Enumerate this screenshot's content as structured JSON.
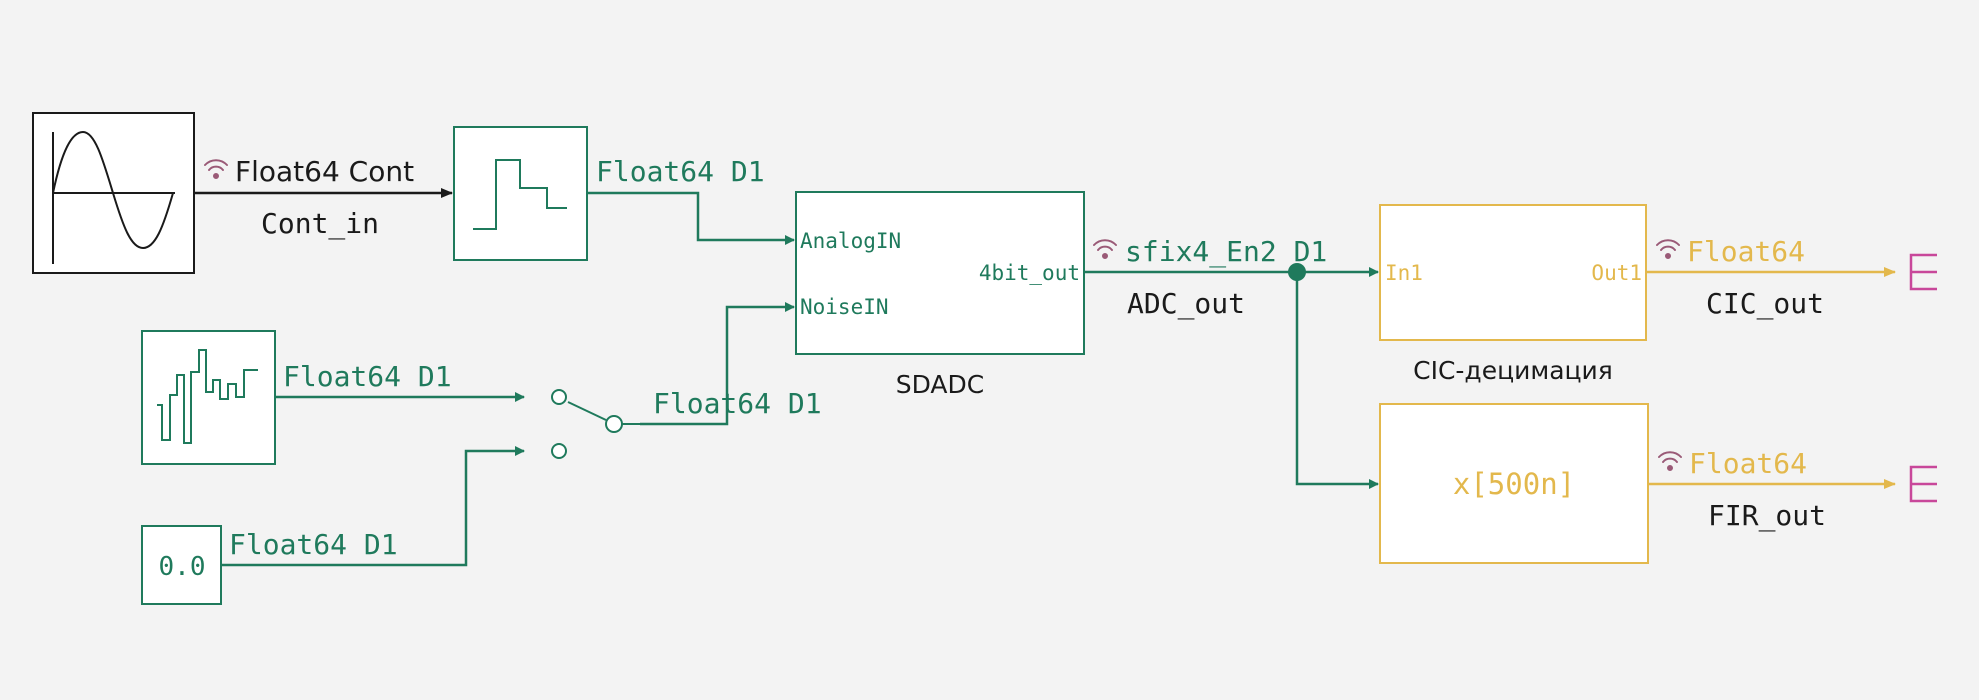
{
  "colors": {
    "background": "#f3f3f3",
    "discrete_signal": "#1f7a5c",
    "continuous_signal": "#1a1a1a",
    "float_output": "#e3b84c",
    "terminator": "#c8479a",
    "wifi_icon": "#9a5a77",
    "block_fill": "#ffffff"
  },
  "blocks": {
    "sine": {
      "icon": "sine-wave-icon"
    },
    "zoh": {
      "icon": "step-icon"
    },
    "noise": {
      "icon": "random-steps-icon"
    },
    "constant": {
      "value": "0.0"
    },
    "sdadc": {
      "name": "SDADC",
      "ports": {
        "in1": "AnalogIN",
        "in2": "NoiseIN",
        "out1": "4bit_out"
      }
    },
    "cic": {
      "name": "CIC-децимация",
      "ports": {
        "in1": "In1",
        "out1": "Out1"
      }
    },
    "fir": {
      "label": "x[500n]"
    },
    "switch": {
      "icon": "manual-switch-icon"
    }
  },
  "signals": {
    "sine_out": {
      "type": "Float64 Cont",
      "name": "Cont_in"
    },
    "zoh_out": {
      "type": "Float64 D1"
    },
    "noise_out": {
      "type": "Float64 D1"
    },
    "const_out": {
      "type": "Float64 D1"
    },
    "switch_out": {
      "type": "Float64 D1"
    },
    "adc_out": {
      "type": "sfix4_En2 D1",
      "name": "ADC_out"
    },
    "cic_out": {
      "type": "Float64",
      "name": "CIC_out"
    },
    "fir_out": {
      "type": "Float64",
      "name": "FIR_out"
    }
  }
}
